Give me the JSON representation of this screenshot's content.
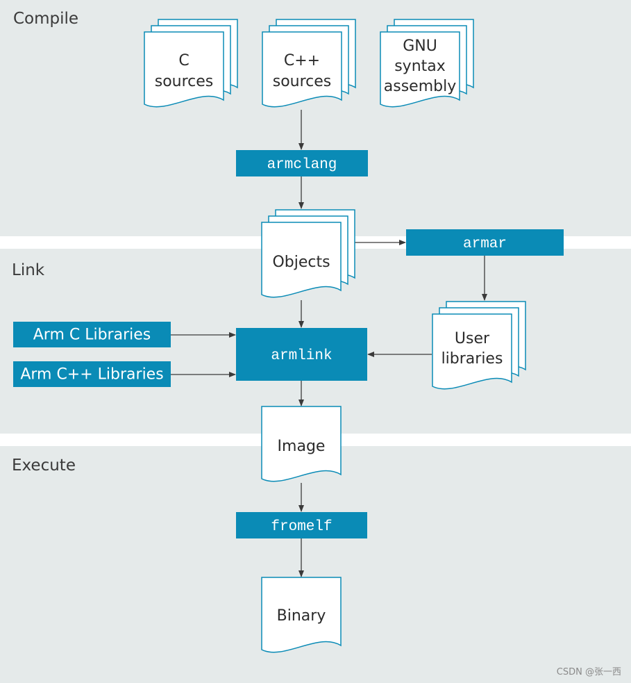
{
  "sections": {
    "compile": "Compile",
    "link": "Link",
    "execute": "Execute"
  },
  "documents": {
    "c_sources": [
      "C",
      "sources"
    ],
    "cpp_sources": [
      "C++",
      "sources"
    ],
    "gnu_assembly": [
      "GNU",
      "syntax",
      "assembly"
    ],
    "objects": [
      "Objects"
    ],
    "user_libraries": [
      "User",
      "libraries"
    ],
    "image": [
      "Image"
    ],
    "binary": [
      "Binary"
    ]
  },
  "tools": {
    "armclang": "armclang",
    "armar": "armar",
    "armlink": "armlink",
    "fromelf": "fromelf"
  },
  "libraries": {
    "arm_c": "Arm C Libraries",
    "arm_cpp": "Arm C++ Libraries"
  },
  "watermark": "CSDN @张一西",
  "colors": {
    "band": "#e5eaea",
    "tool_box": "#0a8bb6",
    "arrow": "#3a3a3a",
    "doc_fill": "#ffffff",
    "doc_stroke": "#0a8bb6"
  }
}
